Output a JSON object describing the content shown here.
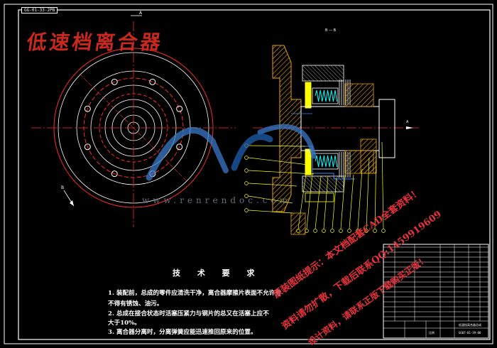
{
  "drawing": {
    "code_box": "GG-01-33-2PB",
    "title_overlay": "低速档离合器",
    "section_label": "B — B",
    "view_label_a": "A",
    "view_label_b": "B",
    "watermark_site": "www.renrendoc.com",
    "watermark_lines": [
      "资料请勿扩散，下载后联系QQ:1459919609",
      "原装图纸提示：本文档配套CAD全套资料！",
      "设计资料，请联系正版下载购买正版！"
    ]
  },
  "requirements": {
    "title": "技 术 要 求",
    "items": [
      "1.  装配前，总成的零件应清洗干净，离合器摩擦片表面不允许有",
      "    不得有锈蚀、油污。",
      "2.  总成在接合状态时活塞压紧力与钢片的总又在活塞上应不",
      "    大于10%。",
      "3.  离合器分离时，分离弹簧应能迅速推回原来的位置。"
    ]
  },
  "title_block": {
    "scale_label": "比例",
    "drawing_number": "GG07-01-39-00",
    "name": "低速档离合器总成"
  },
  "colors": {
    "line_white": "#ffffff",
    "line_red": "#ff2a2a",
    "line_yellow": "#ffff00",
    "line_blue": "#4080ff",
    "hatch_orange": "#e8a000",
    "spring_cyan": "#00ffff",
    "watermark_red": "#e8323c"
  }
}
